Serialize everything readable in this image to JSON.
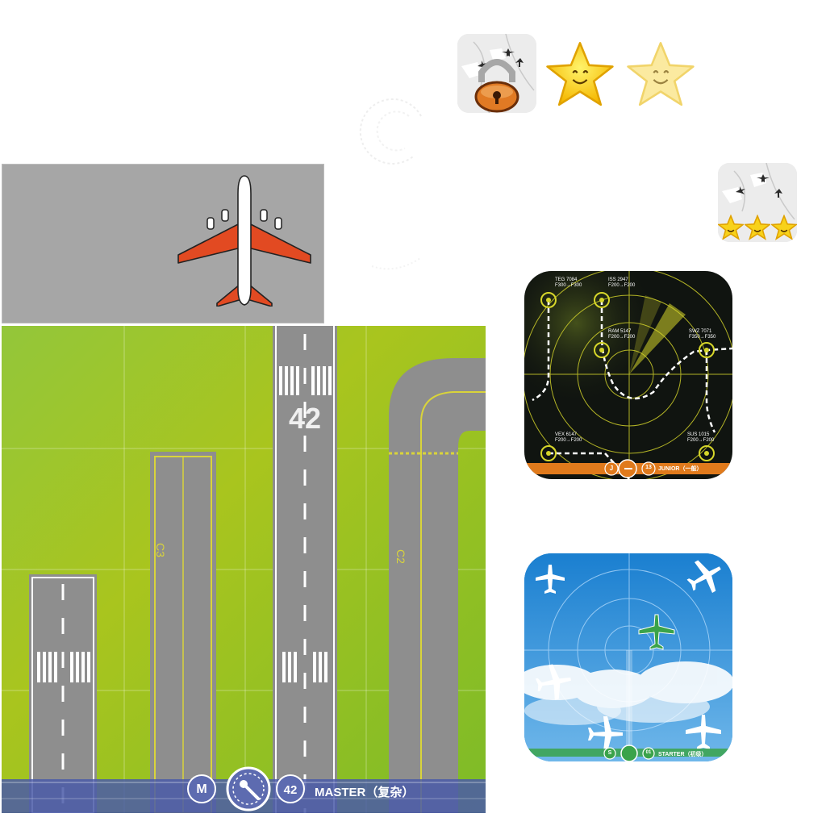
{
  "sprites": {
    "locked_level_icon": {
      "icon": "padlock-icon",
      "background": "world-map-icon"
    },
    "stars": {
      "filled": 1,
      "dim": 1,
      "icon": "smiley-star-icon"
    },
    "level_thumb_rating": {
      "stars": 3,
      "icon": "smiley-star-icon"
    },
    "plane_tile": {
      "icon": "airplane-icon",
      "wing_color": "#e24a22",
      "tile_color": "#a6a6a6"
    }
  },
  "master_map": {
    "runway_number": "42",
    "taxiway_labels": [
      "C3",
      "C2"
    ],
    "footer": {
      "mode_letter": "M",
      "level_number": "42",
      "difficulty_label": "MASTER（复杂）"
    }
  },
  "junior_card": {
    "flight_tags": [
      {
        "callsign": "TEG 7084",
        "info": "F300→F300"
      },
      {
        "callsign": "ISS 2947",
        "info": "F200→F200"
      },
      {
        "callsign": "RAM 5147",
        "info": "F200→F200"
      },
      {
        "callsign": "SWZ 7071",
        "info": "F350→F350"
      },
      {
        "callsign": "VEX 6147",
        "info": "F200→F200"
      },
      {
        "callsign": "SUS 1015",
        "info": "F200→F200"
      }
    ],
    "footer": {
      "mode_letter": "J",
      "level_number": "13",
      "difficulty_label": "JUNIOR（一般）"
    }
  },
  "starter_card": {
    "footer": {
      "mode_letter": "S",
      "level_number": "01",
      "difficulty_label": "STARTER（初级）"
    }
  },
  "colors": {
    "grass": "#8fc21e",
    "runway": "#8e8e8e",
    "radar_bg": "#101410",
    "radar_line": "#d6d62a",
    "sky": "#2f8fd6",
    "footer_bar": "#5a64a8",
    "junior_bar": "#e07a1c"
  }
}
